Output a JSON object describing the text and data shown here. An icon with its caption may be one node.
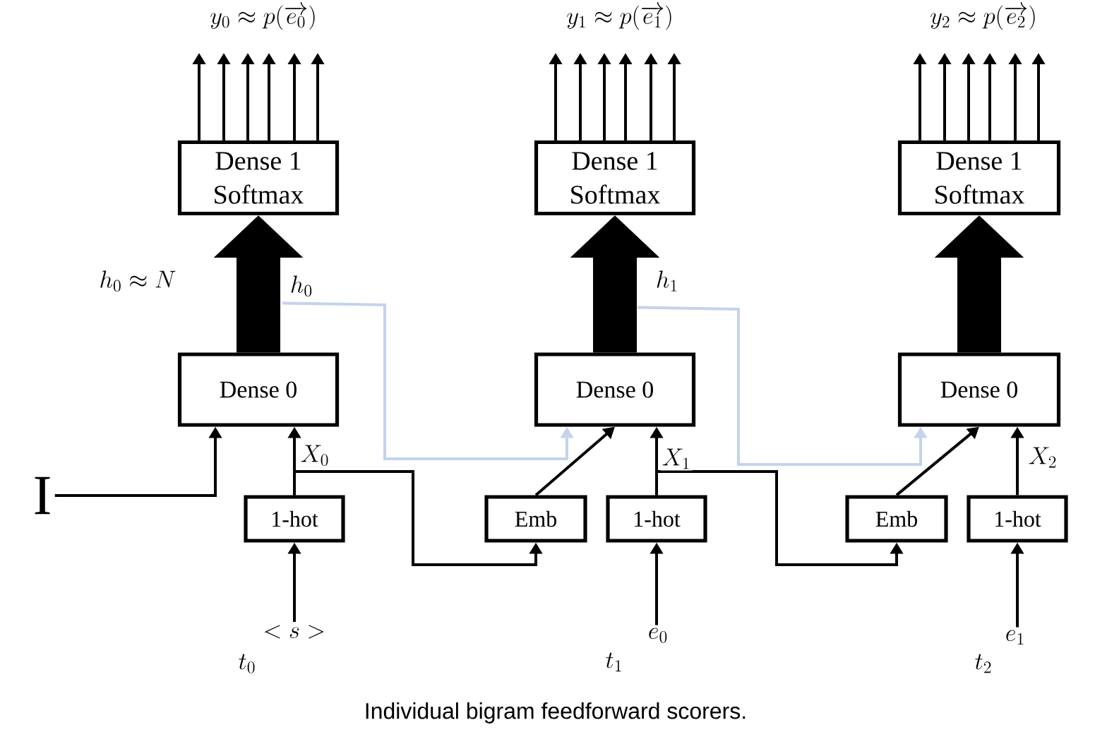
{
  "diagram": {
    "caption": "Individual bigram feedforward scorers.",
    "nodes": [
      {
        "text": [
          "Dense 1",
          "Softmax"
        ]
      },
      {
        "text": [
          "Dense 0"
        ]
      },
      {
        "text": [
          "1-hot"
        ]
      },
      {
        "text": [
          "Emb"
        ]
      },
      {
        "text": [
          "Dense 1",
          "Softmax"
        ]
      },
      {
        "text": [
          "Dense 0"
        ]
      },
      {
        "text": [
          "1-hot"
        ]
      },
      {
        "text": [
          "Emb"
        ]
      },
      {
        "text": [
          "Dense 1",
          "Softmax"
        ]
      },
      {
        "text": [
          "Dense 0"
        ]
      },
      {
        "text": [
          "1-hot"
        ]
      },
      {
        "text": [
          "I"
        ]
      },
      {
        "text": [
          "<s>"
        ],
        "beside": [
          "t_0"
        ]
      },
      {
        "text": [
          "e_0"
        ],
        "beside": [
          "t_1"
        ]
      },
      {
        "text": [
          "e_1"
        ],
        "beside": [
          "t_2"
        ]
      }
    ],
    "edges": [
      {
        "from": 0,
        "to": null,
        "arrow": "to"
      },
      {
        "from": 0,
        "to": null,
        "arrow": "to"
      },
      {
        "from": 0,
        "to": null,
        "arrow": "to"
      },
      {
        "from": 0,
        "to": null,
        "arrow": "to"
      },
      {
        "from": 0,
        "to": null,
        "arrow": "to"
      },
      {
        "from": 0,
        "to": null,
        "arrow": "to"
      },
      {
        "from": 4,
        "to": null,
        "arrow": "to"
      },
      {
        "from": 4,
        "to": null,
        "arrow": "to"
      },
      {
        "from": 4,
        "to": null,
        "arrow": "to"
      },
      {
        "from": 4,
        "to": null,
        "arrow": "to"
      },
      {
        "from": 4,
        "to": null,
        "arrow": "to"
      },
      {
        "from": 4,
        "to": null,
        "arrow": "to"
      },
      {
        "from": 8,
        "to": null,
        "arrow": "to"
      },
      {
        "from": 8,
        "to": null,
        "arrow": "to"
      },
      {
        "from": 8,
        "to": null,
        "arrow": "to"
      },
      {
        "from": 8,
        "to": null,
        "arrow": "to"
      },
      {
        "from": 8,
        "to": null,
        "arrow": "to"
      },
      {
        "from": 8,
        "to": null,
        "arrow": "to"
      },
      {
        "from": 1,
        "to": 0,
        "arrow": "to",
        "style": "thick"
      },
      {
        "from": 5,
        "to": 4,
        "arrow": "to",
        "style": "thick"
      },
      {
        "from": 9,
        "to": 8,
        "arrow": "to",
        "style": "thick"
      },
      {
        "from": 2,
        "to": 1,
        "arrow": "to",
        "label": "X_0"
      },
      {
        "from": 6,
        "to": 5,
        "arrow": "to",
        "label": "X_1"
      },
      {
        "from": 10,
        "to": 9,
        "arrow": "to",
        "label": "X_2"
      },
      {
        "from": 2,
        "to": 3,
        "arrow": "to"
      },
      {
        "from": 6,
        "to": 7,
        "arrow": "to"
      },
      {
        "from": 3,
        "to": 5,
        "arrow": "to"
      },
      {
        "from": 7,
        "to": 9,
        "arrow": "to"
      },
      {
        "from": 1,
        "to": 5,
        "arrow": "to",
        "color": "#c5d3ec",
        "label": "h_0"
      },
      {
        "from": 5,
        "to": 9,
        "arrow": "to",
        "color": "#c5d3ec",
        "label": "h_1"
      },
      {
        "from": 11,
        "to": 1,
        "arrow": "to"
      },
      {
        "from": 12,
        "to": 2,
        "arrow": "to"
      },
      {
        "from": 13,
        "to": 6,
        "arrow": "to"
      },
      {
        "from": 14,
        "to": 10,
        "arrow": "to"
      }
    ],
    "labels": [
      "y_0 \\approx p(\\overrightarrow{e_0})",
      "y_1 \\approx p(\\overrightarrow{e_1})",
      "y_2 \\approx p(\\overrightarrow{e_2})",
      "h_0 \\approx N"
    ]
  }
}
